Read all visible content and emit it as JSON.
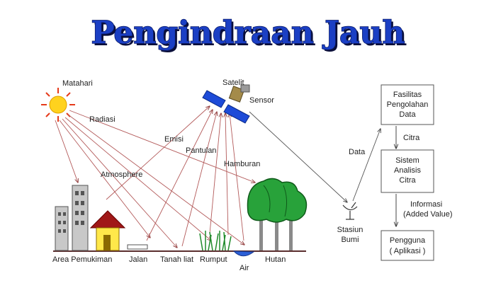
{
  "title": "Pengindraan Jauh",
  "labels": {
    "sun": "Matahari",
    "radiation": "Radiasi",
    "emission": "Emisi",
    "reflection": "Pantulan",
    "scattering": "Hamburan",
    "atmosphere": "Atmosphere",
    "satellite": "Satelit",
    "sensor": "Sensor",
    "data": "Data",
    "station_line1": "Stasiun",
    "station_line2": "Bumi",
    "settlement": "Area Pemukiman",
    "road": "Jalan",
    "clay_soil": "Tanah liat",
    "grass": "Rumput",
    "water": "Air",
    "forest": "Hutan"
  },
  "flowchart": {
    "box1": [
      "Fasilitas",
      "Pengolahan",
      "Data"
    ],
    "arrow1": "Citra",
    "box2": [
      "Sistem",
      "Analisis",
      "Citra"
    ],
    "arrow2_line1": "Informasi",
    "arrow2_line2": "(Added Value)",
    "box3": [
      "Pengguna",
      "( Aplikasi )"
    ]
  },
  "colors": {
    "title_fill": "#1b3fc4",
    "ray": "#b35a5a",
    "sun": "#ffd21e",
    "sun_rays": "#e53a1a",
    "tree": "#28a23a",
    "water": "#2c5fd6",
    "building": "#c8c8c8",
    "house_roof": "#a01818",
    "house_wall": "#ffe84a"
  }
}
